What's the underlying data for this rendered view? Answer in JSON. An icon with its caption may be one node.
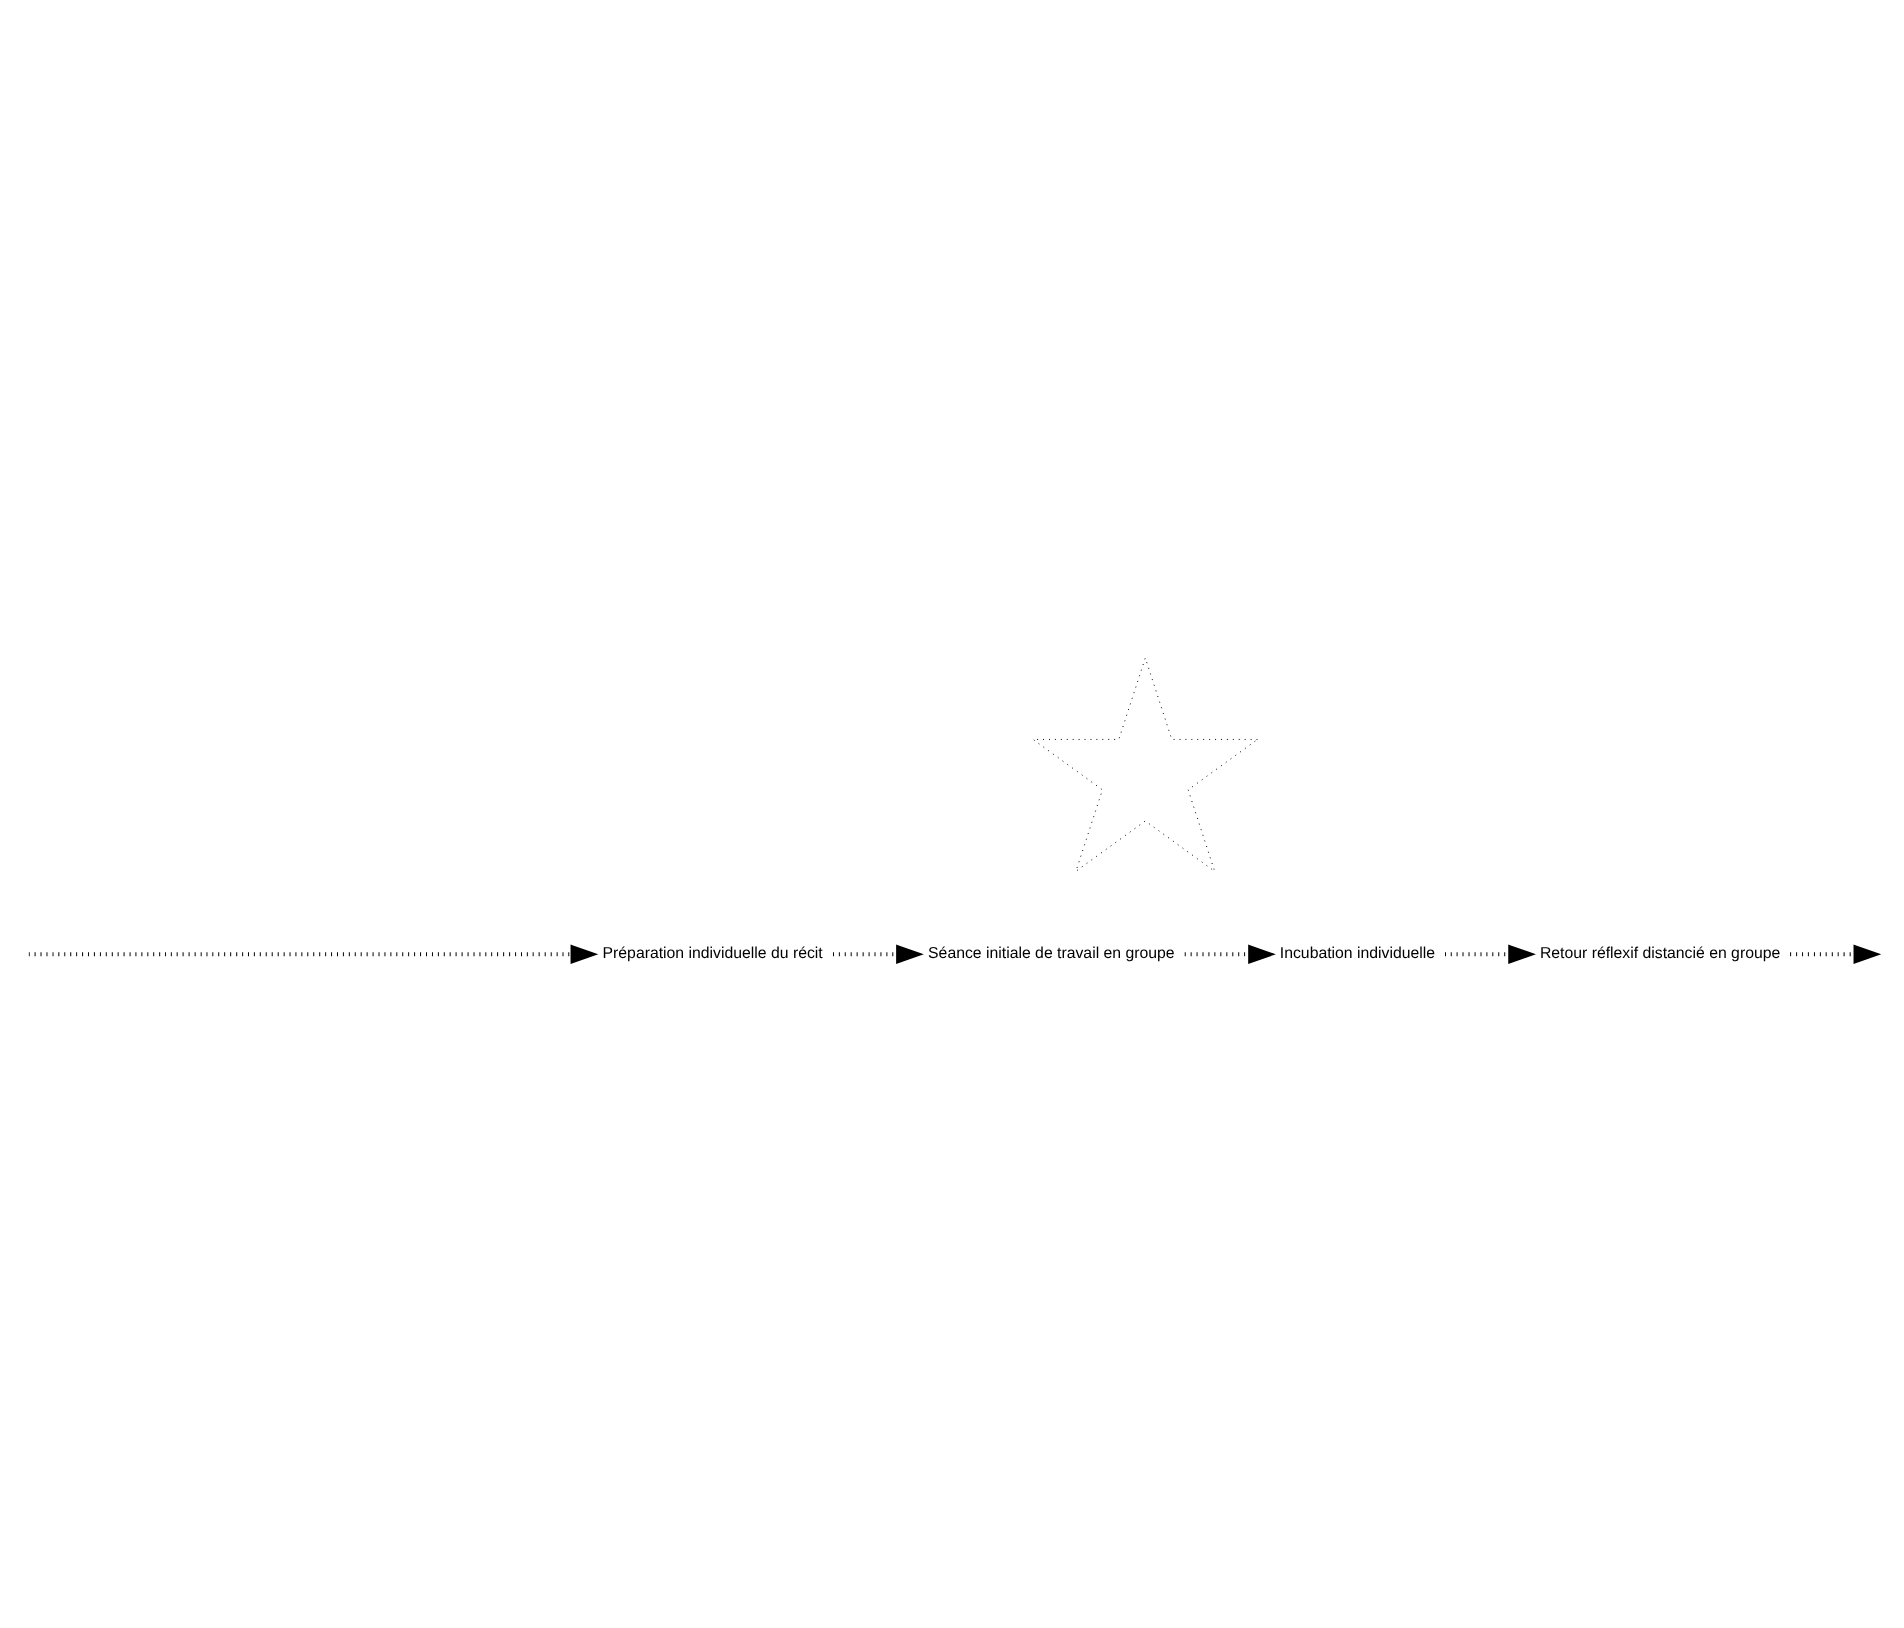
{
  "diagram": {
    "nodes": [
      {
        "text": [
          "Préparation individuelle du récit"
        ]
      },
      {
        "text": [
          "Séance initiale de travail en groupe"
        ]
      },
      {
        "text": [
          "Incubation individuelle"
        ]
      },
      {
        "text": [
          "Retour réflexif distancié en groupe"
        ]
      },
      {
        "text": [],
        "shape": "star"
      }
    ],
    "edges": [
      {
        "from": 3,
        "to": null,
        "arrow": "to"
      },
      {
        "from": null,
        "to": 0,
        "arrow": "to"
      },
      {
        "from": 0,
        "to": 1,
        "arrow": "to"
      },
      {
        "from": 1,
        "to": 2,
        "arrow": "to"
      },
      {
        "from": 2,
        "to": 3,
        "arrow": "to"
      }
    ]
  }
}
